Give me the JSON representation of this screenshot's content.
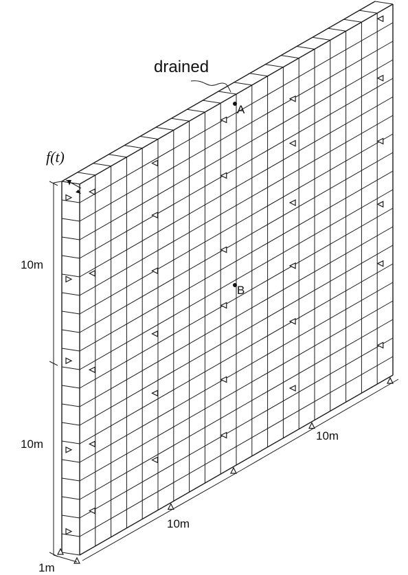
{
  "labels": {
    "drained": "drained",
    "point_a": "A",
    "point_b": "B",
    "load": "f(t)",
    "height_upper": "10m",
    "height_lower": "10m",
    "width_front": "10m",
    "width_back": "10m",
    "thickness": "1m"
  },
  "mesh": {
    "columns": 20,
    "rows": 20,
    "line_color": "#1a1a1a"
  },
  "icons": {
    "support": "roller-support-icon",
    "point": "node-point-icon"
  }
}
